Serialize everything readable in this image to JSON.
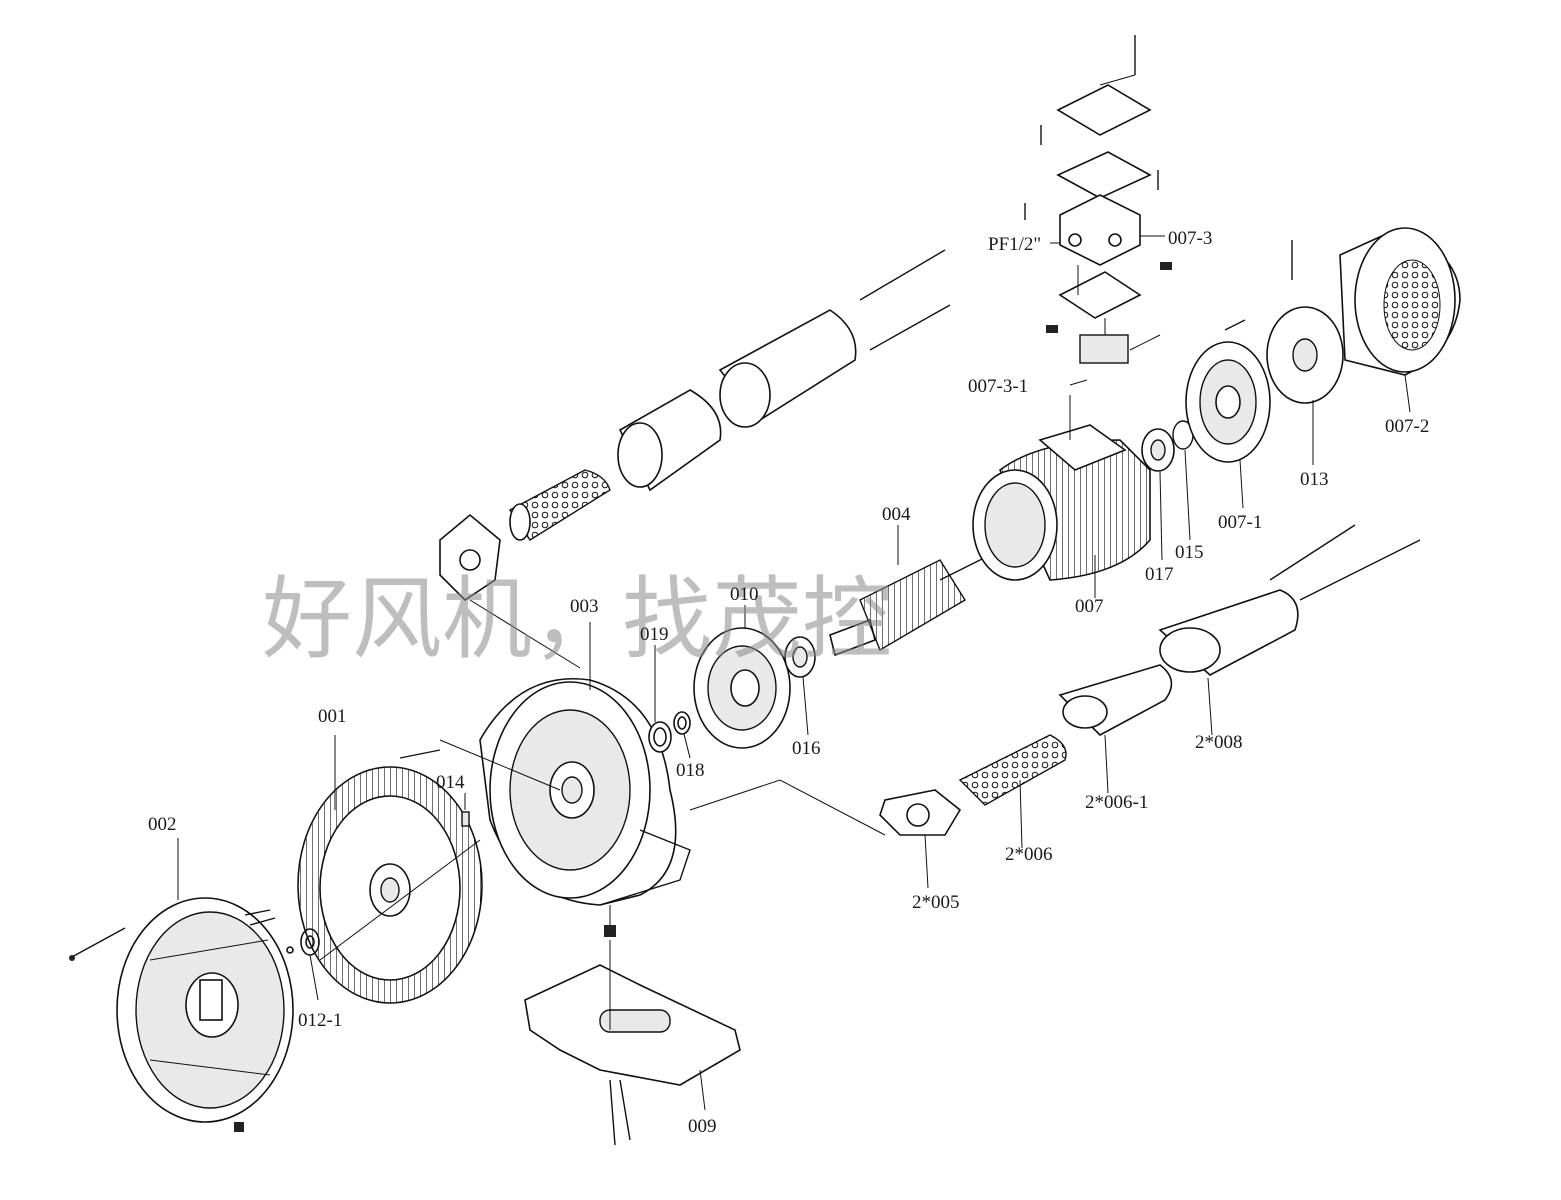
{
  "watermark": "好风机，找茂控",
  "labels": {
    "p001": "001",
    "p002": "002",
    "p003": "003",
    "p004": "004",
    "p007": "007",
    "p007_1": "007-1",
    "p007_2": "007-2",
    "p007_3": "007-3",
    "p007_3_1": "007-3-1",
    "p009": "009",
    "p010": "010",
    "p012_1": "012-1",
    "p013": "013",
    "p014": "014",
    "p015": "015",
    "p016": "016",
    "p017": "017",
    "p018": "018",
    "p019": "019",
    "p2_005": "2*005",
    "p2_006": "2*006",
    "p2_006_1": "2*006-1",
    "p2_008": "2*008",
    "pf": "PF1/2\""
  }
}
